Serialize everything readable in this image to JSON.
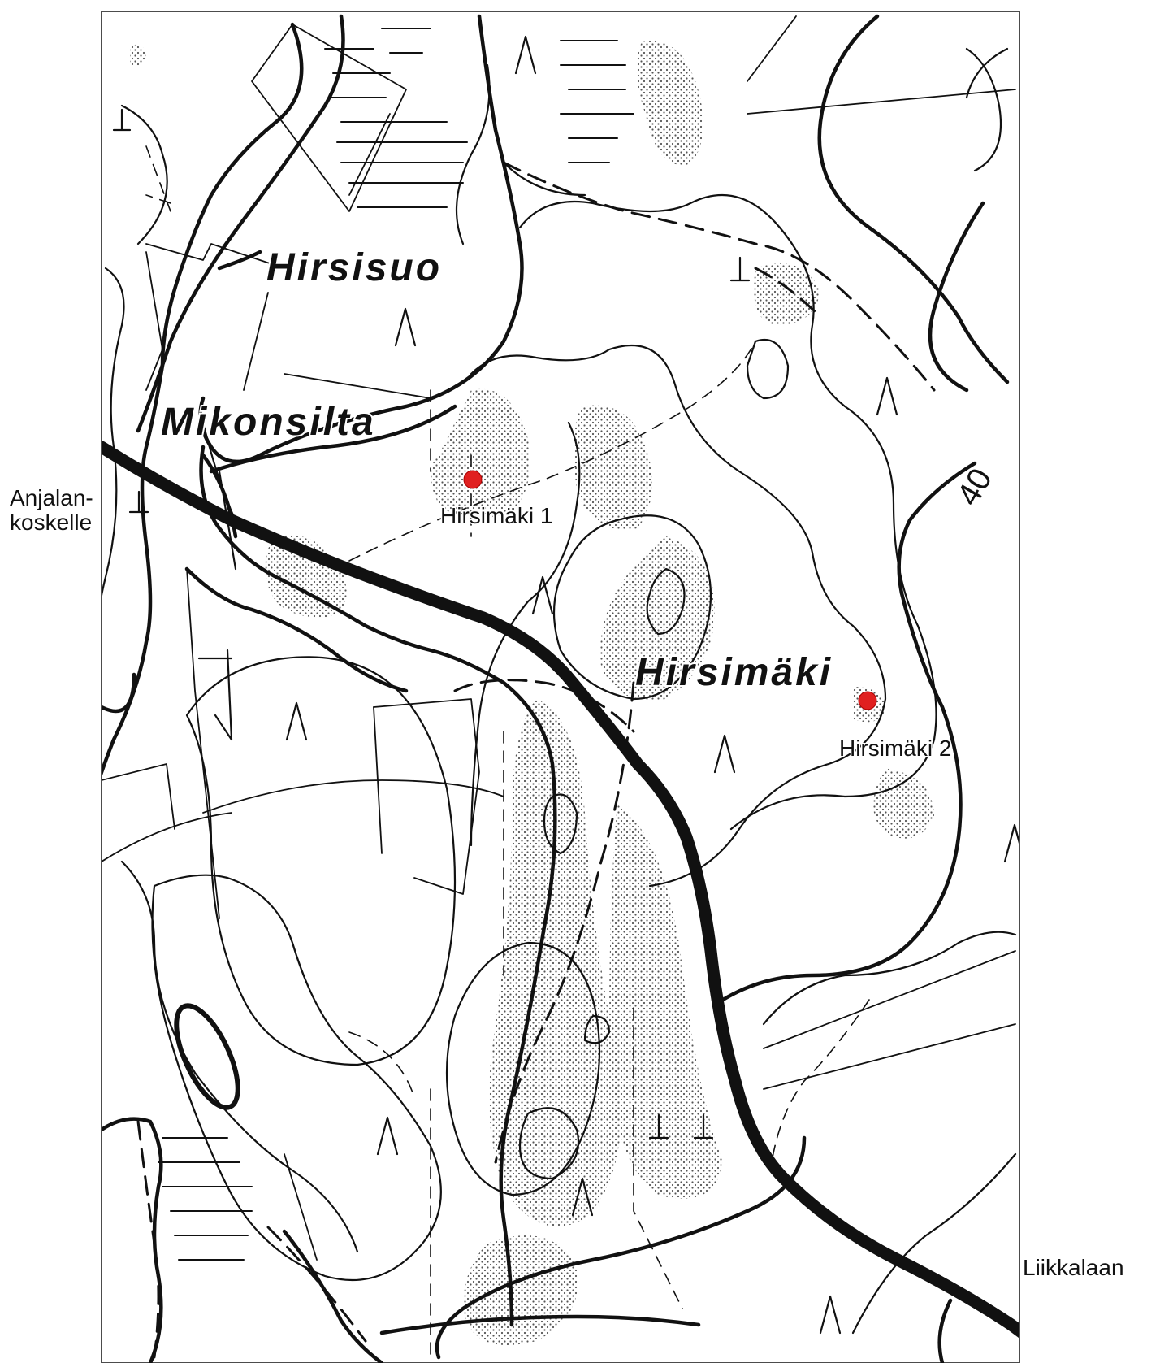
{
  "map": {
    "place_names": {
      "hirsisuo": "Hirsisuo",
      "mikonsilta": "Mikonsilta",
      "hirsimaki": "Hirsimäki"
    },
    "sites": [
      {
        "name": "Hirsimäki 1",
        "marker_color": "#e02020"
      },
      {
        "name": "Hirsimäki 2",
        "marker_color": "#e02020"
      }
    ],
    "contour_label": "40",
    "edge_labels": {
      "anjalankoskelle_line1": "Anjalan-",
      "anjalankoskelle_line2": "koskelle",
      "liikkalaan": "Liikkalaan"
    },
    "colors": {
      "line": "#111111",
      "sand_dots": "#555555",
      "marker": "#e02020"
    }
  }
}
